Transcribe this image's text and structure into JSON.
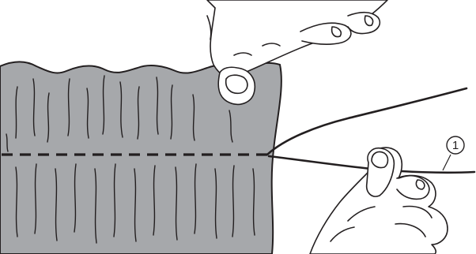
{
  "diagram": {
    "callouts": [
      {
        "number": "1",
        "refers_to": "thread"
      }
    ],
    "colors": {
      "fabric": "#a6a8ab",
      "outline": "#231f20",
      "skin": "#ffffff",
      "background": "#ffffff"
    },
    "stitch_style": "dashed"
  }
}
